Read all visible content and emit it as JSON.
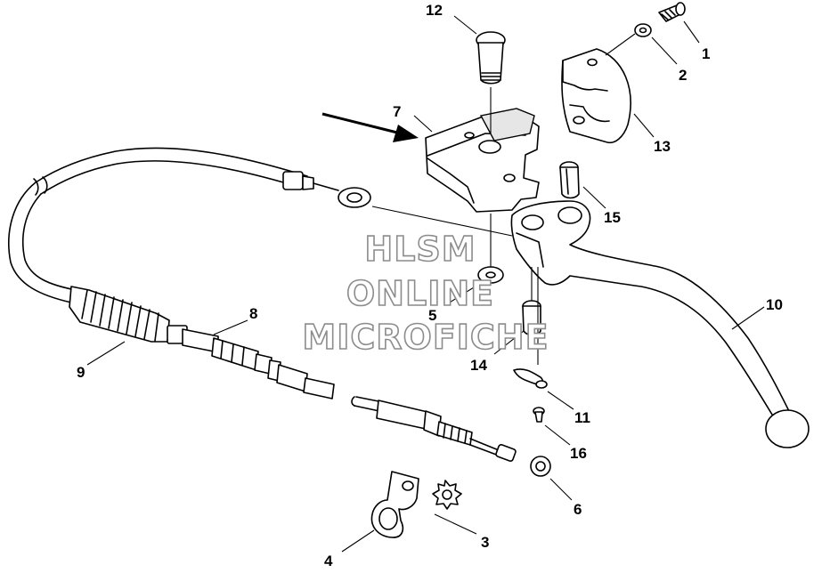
{
  "watermark": {
    "line1": "HLSM",
    "line2": "ONLINE",
    "line3": "MICROFICHE"
  },
  "callouts": {
    "c1": "1",
    "c2": "2",
    "c3": "3",
    "c4": "4",
    "c5": "5",
    "c6": "6",
    "c7": "7",
    "c8": "8",
    "c9": "9",
    "c10": "10",
    "c11": "11",
    "c12": "12",
    "c13": "13",
    "c14": "14",
    "c15": "15",
    "c16": "16"
  }
}
